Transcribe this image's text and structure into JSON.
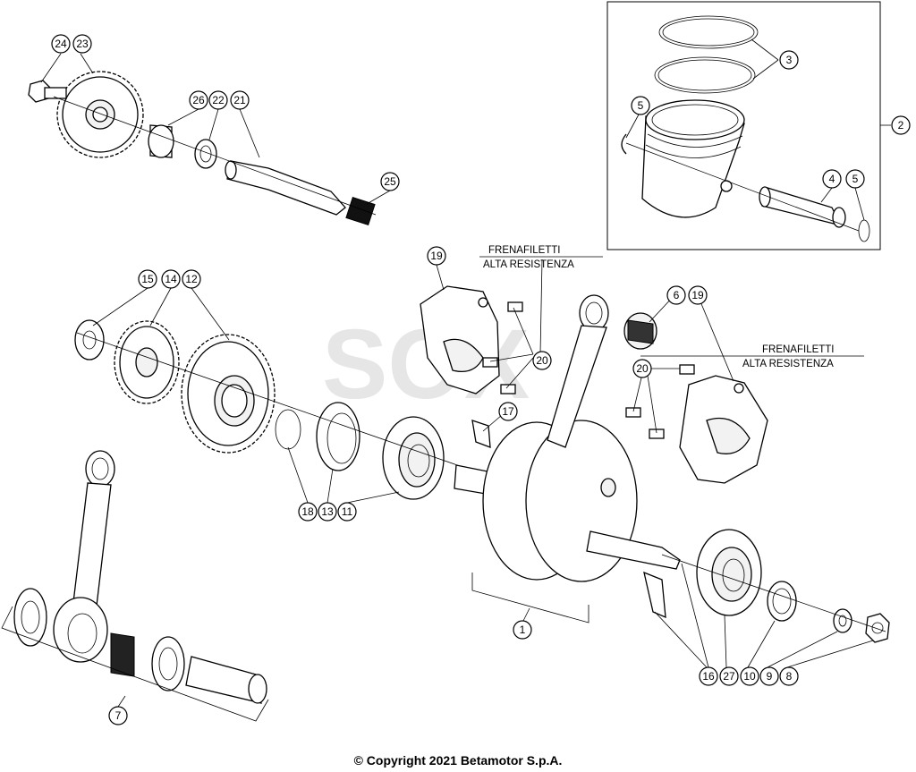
{
  "diagram": {
    "annotations": {
      "thread_lock_1": {
        "line1": "FRENAFILETTI",
        "line2": "ALTA RESISTENZA"
      },
      "thread_lock_2": {
        "line1": "FRENAFILETTI",
        "line2": "ALTA RESISTENZA"
      }
    },
    "callouts": [
      "1",
      "2",
      "3",
      "4",
      "5",
      "5",
      "6",
      "7",
      "8",
      "9",
      "10",
      "11",
      "12",
      "13",
      "14",
      "15",
      "16",
      "17",
      "18",
      "19",
      "19",
      "20",
      "20",
      "21",
      "22",
      "23",
      "24",
      "25",
      "26",
      "27"
    ],
    "watermark": "SOX"
  },
  "footer": {
    "copyright": "© Copyright 2021 Betamotor S.p.A."
  }
}
